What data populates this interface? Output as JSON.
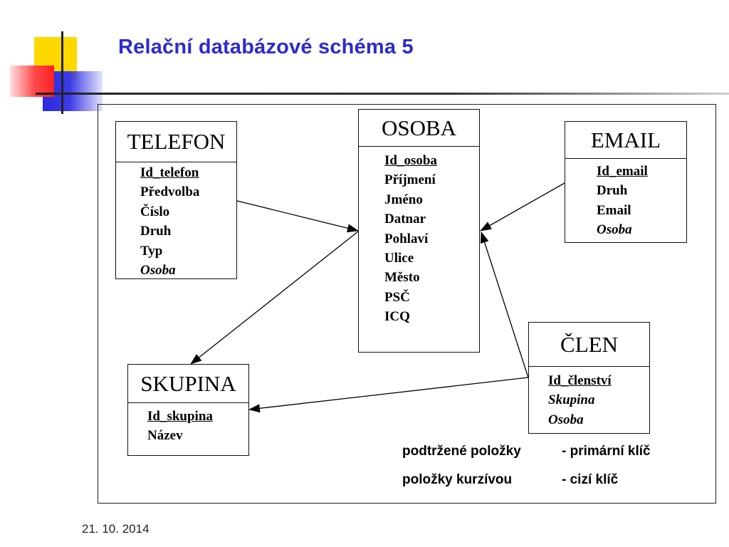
{
  "slide": {
    "title": "Relační databázové schéma 5",
    "date": "21. 10. 2014"
  },
  "colors": {
    "title": "#2b2bcf",
    "deco_yellow": "#ffd800",
    "deco_blue": "#2a2ae0",
    "deco_red": "#ff2020"
  },
  "entities": {
    "telefon": {
      "name": "TELEFON",
      "attributes": [
        {
          "label": "Id_telefon",
          "kind": "primary"
        },
        {
          "label": "Předvolba",
          "kind": "plain"
        },
        {
          "label": "Číslo",
          "kind": "plain"
        },
        {
          "label": "Druh",
          "kind": "plain"
        },
        {
          "label": "Typ",
          "kind": "plain"
        },
        {
          "label": "Osoba",
          "kind": "foreign"
        }
      ]
    },
    "osoba": {
      "name": "OSOBA",
      "attributes": [
        {
          "label": "Id_osoba",
          "kind": "primary"
        },
        {
          "label": "Příjmení",
          "kind": "plain"
        },
        {
          "label": "Jméno",
          "kind": "plain"
        },
        {
          "label": "Datnar",
          "kind": "plain"
        },
        {
          "label": "Pohlaví",
          "kind": "plain"
        },
        {
          "label": "Ulice",
          "kind": "plain"
        },
        {
          "label": "Město",
          "kind": "plain"
        },
        {
          "label": "PSČ",
          "kind": "plain"
        },
        {
          "label": "ICQ",
          "kind": "plain"
        }
      ]
    },
    "email": {
      "name": "EMAIL",
      "attributes": [
        {
          "label": "Id_email",
          "kind": "primary"
        },
        {
          "label": "Druh",
          "kind": "plain"
        },
        {
          "label": "Email",
          "kind": "plain"
        },
        {
          "label": "Osoba",
          "kind": "foreign"
        }
      ]
    },
    "skupina": {
      "name": "SKUPINA",
      "attributes": [
        {
          "label": "Id_skupina",
          "kind": "primary"
        },
        {
          "label": "Název",
          "kind": "plain"
        }
      ]
    },
    "clen": {
      "name": "ČLEN",
      "attributes": [
        {
          "label": "Id_členství",
          "kind": "primary"
        },
        {
          "label": "Skupina",
          "kind": "foreign"
        },
        {
          "label": "Osoba",
          "kind": "foreign"
        }
      ]
    }
  },
  "relations": [
    {
      "from": "telefon",
      "to": "osoba"
    },
    {
      "from": "email",
      "to": "osoba"
    },
    {
      "from": "clen",
      "to": "osoba"
    },
    {
      "from": "clen",
      "to": "skupina"
    },
    {
      "from": "osoba",
      "to": "skupina"
    }
  ],
  "legend": {
    "primary": {
      "term": "podtržené položky",
      "meaning": "- primární klíč"
    },
    "foreign": {
      "term": "položky kurzívou",
      "meaning": "- cizí klíč"
    }
  }
}
